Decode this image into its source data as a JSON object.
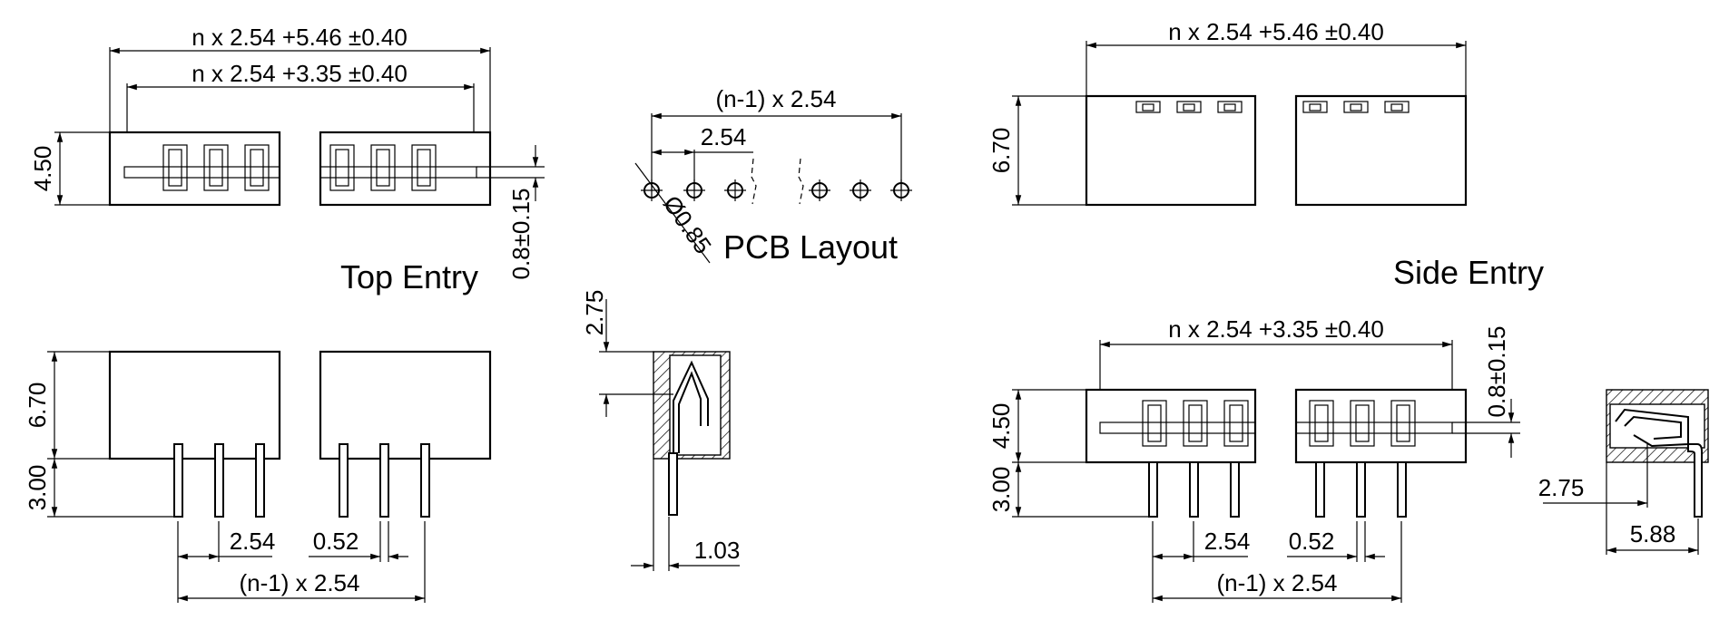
{
  "top_entry": {
    "caption": "Top Entry",
    "dim_overall": "n x 2.54 +5.46 ±0.40",
    "dim_inner": "n x 2.54 +3.35 ±0.40",
    "dim_height": "4.50",
    "dim_slot": "0.8±0.15",
    "front_height": "6.70",
    "pin_length": "3.00",
    "pitch": "2.54",
    "pin_width": "0.52",
    "span": "(n-1) x 2.54"
  },
  "pcb_layout": {
    "caption": "PCB Layout",
    "dim_span": "(n-1) x 2.54",
    "dim_pitch": "2.54",
    "hole_diameter": "Ø0.85"
  },
  "section": {
    "dim_height": "2.75",
    "dim_offset": "1.03"
  },
  "side_entry": {
    "caption": "Side Entry",
    "dim_overall": "n x 2.54 +5.46 ±0.40",
    "dim_height": "6.70",
    "dim_inner": "n x 2.54 +3.35 ±0.40",
    "dim_slot": "0.8±0.15",
    "front_height": "4.50",
    "pin_length": "3.00",
    "pitch": "2.54",
    "pin_width": "0.52",
    "span": "(n-1) x 2.54",
    "dim_side_a": "2.75",
    "dim_side_b": "5.88"
  }
}
